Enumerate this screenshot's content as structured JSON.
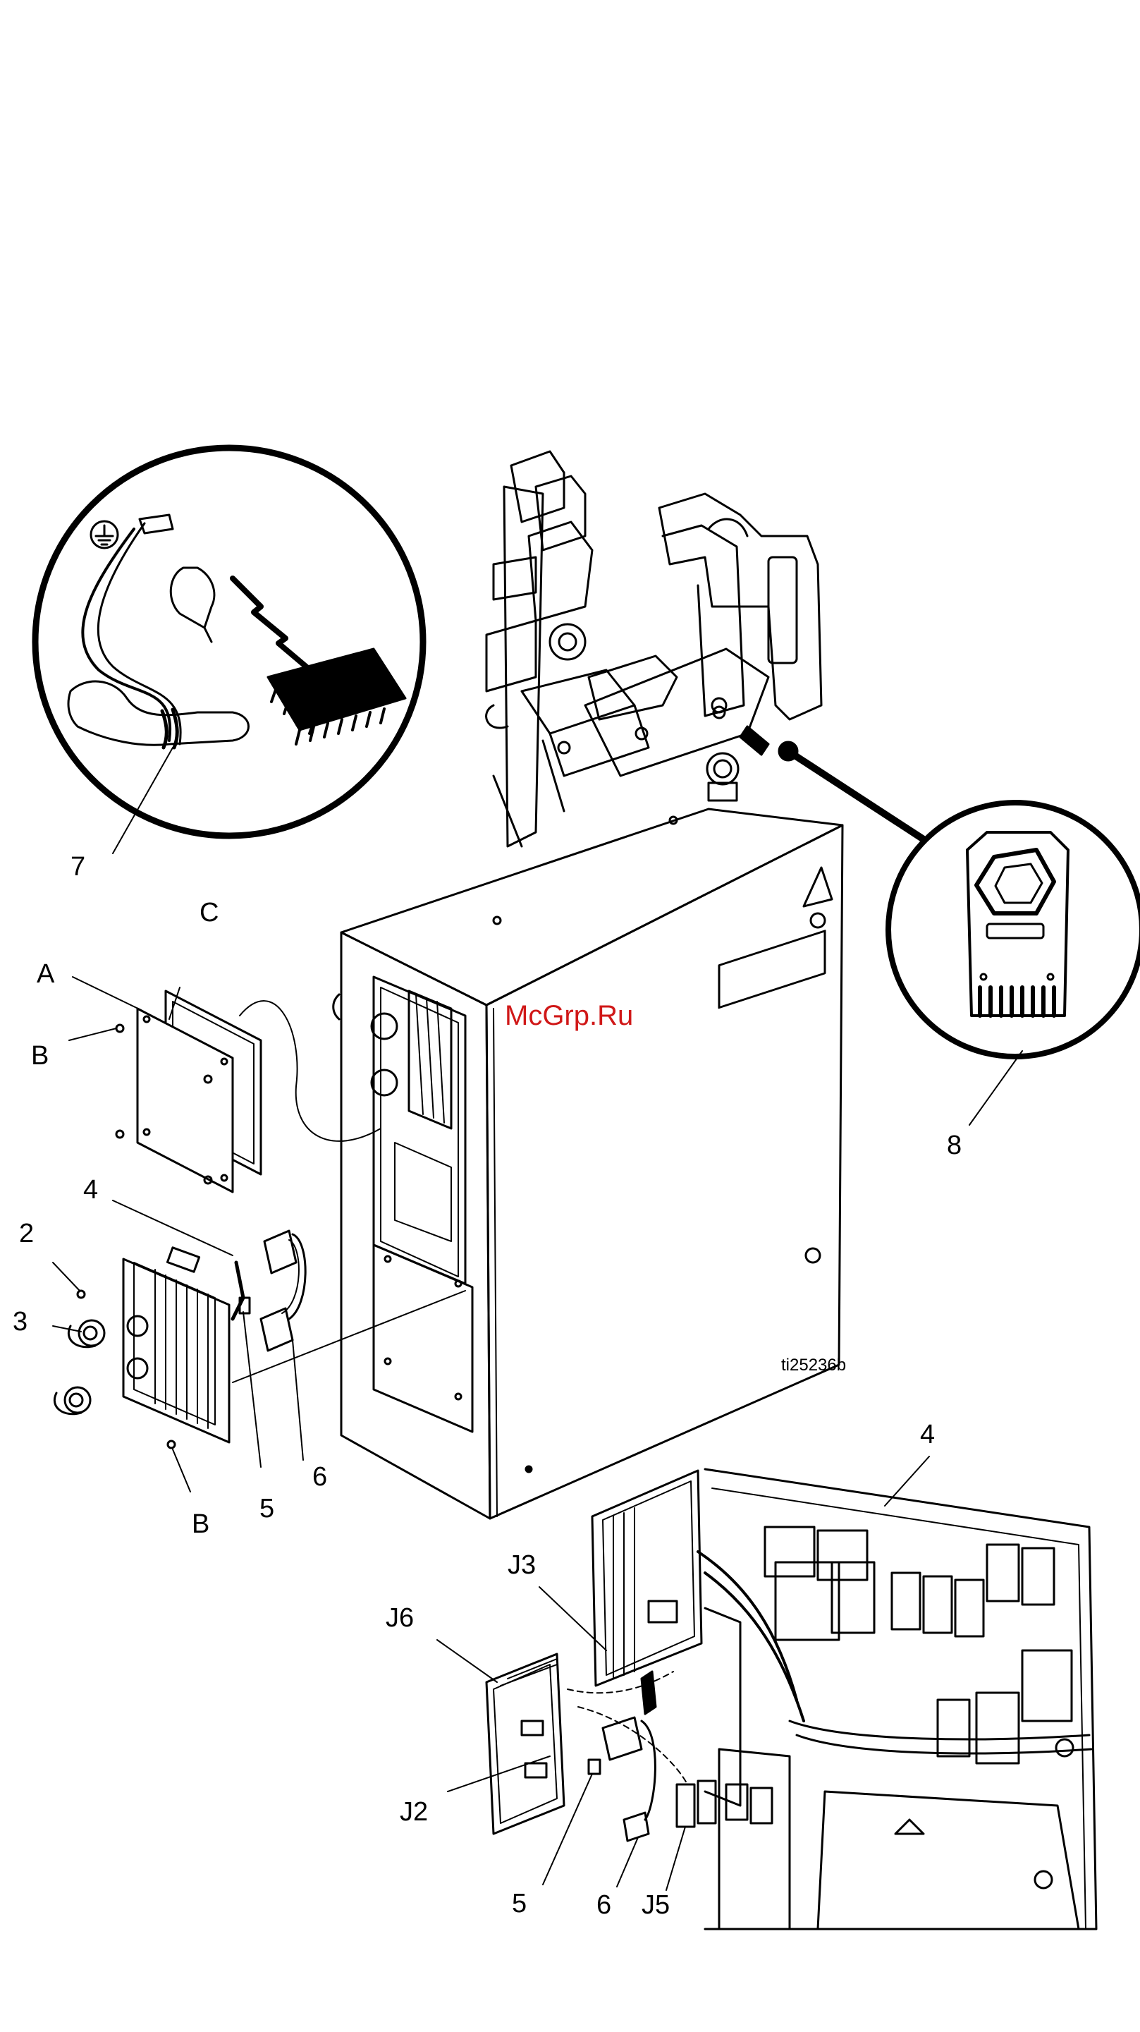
{
  "figure_id": "ti25236b",
  "watermark": "McGrp.Ru",
  "callouts": {
    "c7": "7",
    "cC": "C",
    "cA": "A",
    "cB_top": "B",
    "c8": "8",
    "c4_top": "4",
    "c2": "2",
    "c3": "3",
    "c6_top": "6",
    "c5_top": "5",
    "cB_bottom": "B",
    "c4_bottom": "4",
    "cJ3": "J3",
    "cJ6": "J6",
    "cJ2": "J2",
    "c5_bottom": "5",
    "c6_bottom": "6",
    "cJ5": "J5"
  },
  "icons": {
    "esd": "esd-wrist-strap-icon",
    "ground": "ground-symbol-icon",
    "chip": "microchip-icon",
    "token": "graco-key-token-icon"
  },
  "colors": {
    "line": "#000000",
    "watermark": "#d01818",
    "background": "#ffffff"
  }
}
